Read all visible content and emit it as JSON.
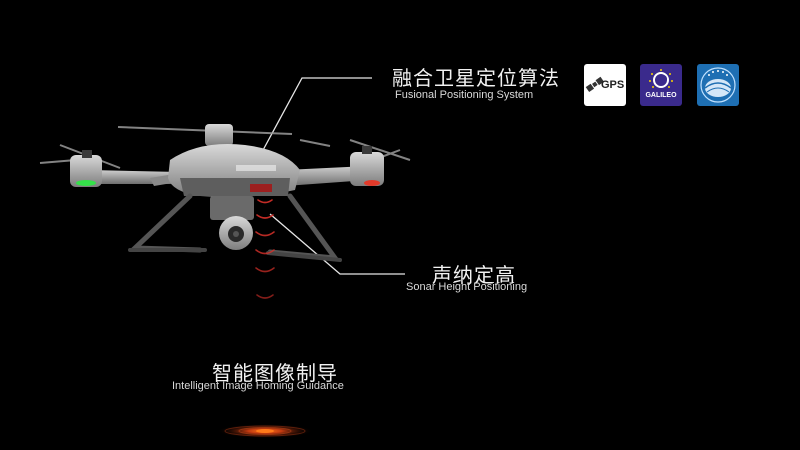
{
  "callouts": {
    "positioning": {
      "zh": "融合卫星定位算法",
      "en": "Fusional Positioning System"
    },
    "sonar": {
      "zh": "声纳定高",
      "en": "Sonar Height Positioning"
    },
    "homing": {
      "zh": "智能图像制导",
      "en": "Intelligent Image Homing Guidance"
    }
  },
  "logos": {
    "gps": {
      "text": "GPS",
      "icon": "gps-satellite-icon"
    },
    "galileo": {
      "text": "GALILEO",
      "icon": "galileo-stars-icon"
    },
    "beidou": {
      "icon": "beidou-globe-icon"
    }
  },
  "colors": {
    "background": "#000000",
    "galileo": "#3a2a8c",
    "beidou": "#1e6fb3",
    "led_green": "#35e04a",
    "led_red": "#e23a2a",
    "sonar": "#d8312a",
    "target": "#ff6a1a"
  }
}
